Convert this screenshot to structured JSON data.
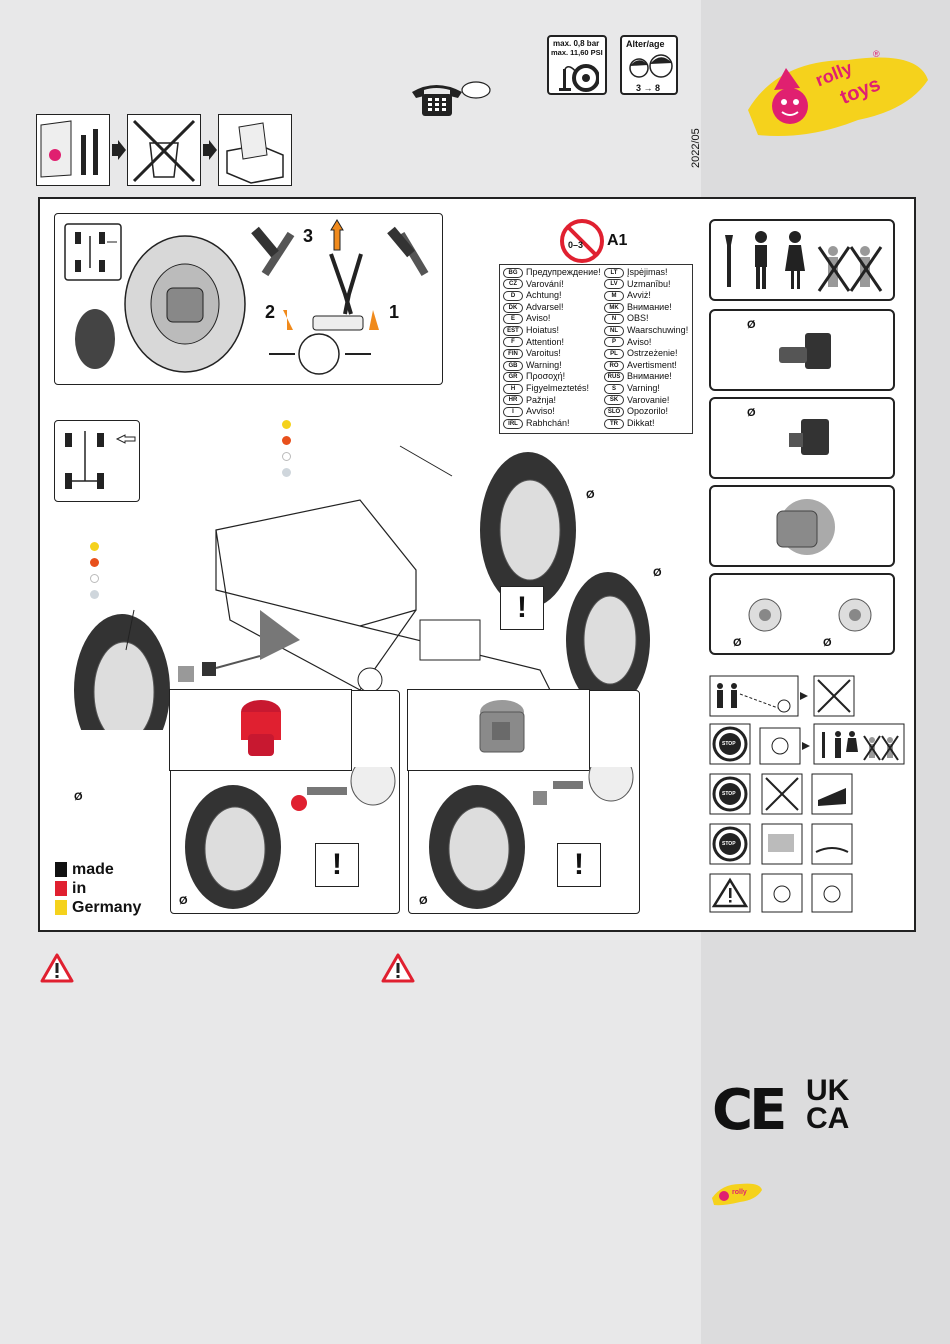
{
  "header": {
    "pressure_line1": "max. 0,8 bar",
    "pressure_line2": "max. 11,60 PSI",
    "age_title": "Alter/age",
    "age_range": "3 → 8",
    "date_code": "2022/05"
  },
  "brand": {
    "line1": "rolly",
    "line2": "toys",
    "registered": "®"
  },
  "assembly": {
    "step3": "3",
    "step2": "2",
    "step1": "1"
  },
  "warning_box": {
    "code": "A1",
    "age_badge": "0–3",
    "languages": [
      {
        "code": "BG",
        "text": "Предупреждение!"
      },
      {
        "code": "CZ",
        "text": "Varování!"
      },
      {
        "code": "D",
        "text": "Achtung!"
      },
      {
        "code": "DK",
        "text": "Advarsel!"
      },
      {
        "code": "E",
        "text": "Aviso!"
      },
      {
        "code": "EST",
        "text": "Hoiatus!"
      },
      {
        "code": "F",
        "text": "Attention!"
      },
      {
        "code": "FIN",
        "text": "Varoitus!"
      },
      {
        "code": "GB",
        "text": "Warning!"
      },
      {
        "code": "GR",
        "text": "Προσοχή!"
      },
      {
        "code": "H",
        "text": "Figyelmeztetés!"
      },
      {
        "code": "HR",
        "text": "Pažnja!"
      },
      {
        "code": "I",
        "text": "Avviso!"
      },
      {
        "code": "IRL",
        "text": "Rabhchán!"
      },
      {
        "code": "LT",
        "text": "Įspėjimas!"
      },
      {
        "code": "LV",
        "text": "Uzmanību!"
      },
      {
        "code": "M",
        "text": "Avviż!"
      },
      {
        "code": "MK",
        "text": "Внимание!"
      },
      {
        "code": "N",
        "text": "OBS!"
      },
      {
        "code": "NL",
        "text": "Waarschuwing!"
      },
      {
        "code": "P",
        "text": "Aviso!"
      },
      {
        "code": "PL",
        "text": "Ostrzeżenie!"
      },
      {
        "code": "RO",
        "text": "Avertisment!"
      },
      {
        "code": "RUS",
        "text": "Внимание!"
      },
      {
        "code": "S",
        "text": "Varning!"
      },
      {
        "code": "SK",
        "text": "Varovanie!"
      },
      {
        "code": "SLO",
        "text": "Opozorilo!"
      },
      {
        "code": "TR",
        "text": "Dikkat!"
      }
    ]
  },
  "symbols": {
    "diameter": "Ø",
    "exclamation": "!",
    "stop": "STOP"
  },
  "made_in": {
    "line1": "made",
    "line2": "in",
    "line3": "Germany"
  },
  "certs": {
    "ce": "CE",
    "uk": "UK",
    "ca": "CA"
  },
  "colors": {
    "yellow": "#f5d21c",
    "orange": "#e8501c",
    "white": "#ffffff",
    "grey": "#cfd6dc",
    "red": "#e02030",
    "black": "#111111"
  }
}
